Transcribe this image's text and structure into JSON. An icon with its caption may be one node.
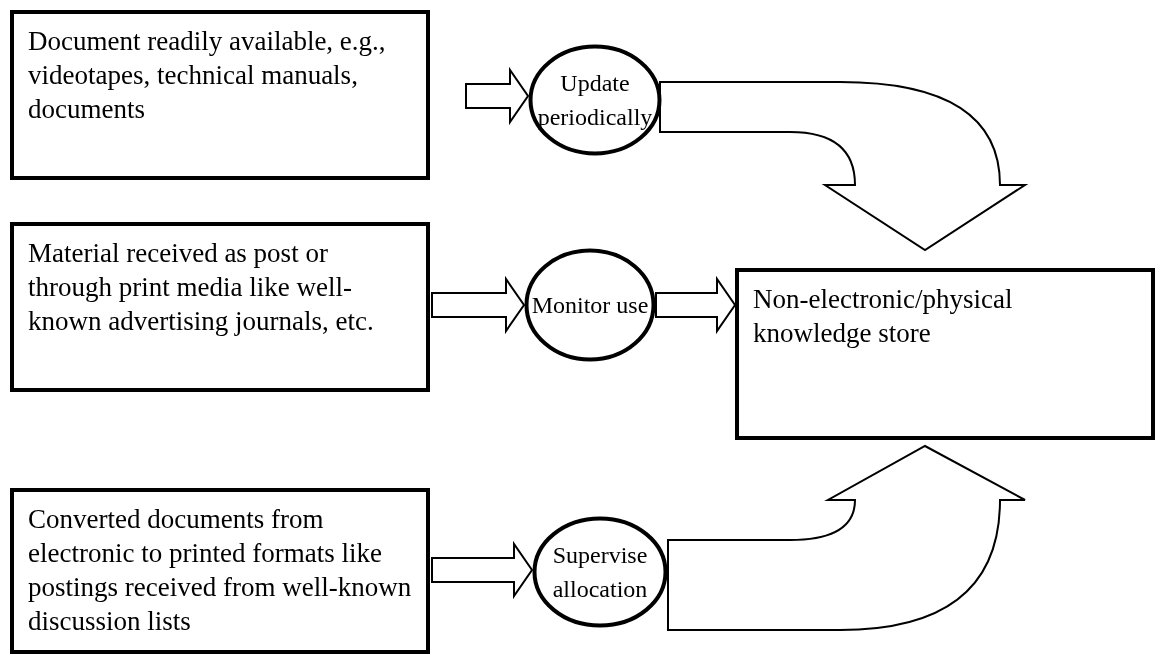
{
  "diagram": {
    "nodes": [
      {
        "text": [
          "Document readily available, e.g., videotapes, technical manuals, documents"
        ]
      },
      {
        "text": [
          "Update periodically"
        ]
      },
      {
        "text": [
          "Material received as post or through print media like well-known advertising journals, etc."
        ]
      },
      {
        "text": [
          "Monitor use"
        ]
      },
      {
        "text": [
          "Non-electronic/physical knowledge store"
        ]
      },
      {
        "text": [
          "Converted documents from electronic to printed formats like postings received from well-known discussion lists"
        ]
      },
      {
        "text": [
          "Supervise allocation"
        ]
      }
    ],
    "edges": [
      {
        "from": 0,
        "to": 1,
        "arrow": "to"
      },
      {
        "from": 1,
        "to": 4,
        "arrow": "to"
      },
      {
        "from": 2,
        "to": 3,
        "arrow": "to"
      },
      {
        "from": 3,
        "to": 4,
        "arrow": "to"
      },
      {
        "from": 5,
        "to": 6,
        "arrow": "to"
      },
      {
        "from": 6,
        "to": 4,
        "arrow": "to"
      }
    ]
  }
}
